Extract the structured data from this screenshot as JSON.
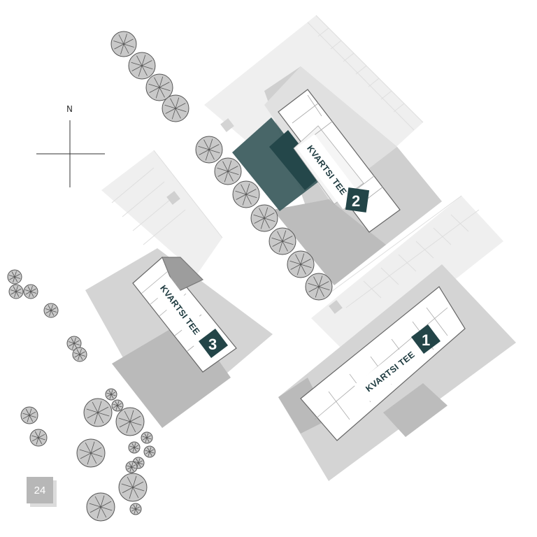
{
  "compass": {
    "north_label": "N",
    "icon": "north-arrow-icon"
  },
  "buildings": [
    {
      "label": "KVARTSI TEE",
      "number": "1"
    },
    {
      "label": "KVARTSI TEE",
      "number": "2",
      "highlighted": true
    },
    {
      "label": "KVARTSI TEE",
      "number": "3"
    }
  ],
  "page_number": "24",
  "colors": {
    "accent": "#234548",
    "highlight_footprint": "#3e5e60",
    "light_ground": "#efefef",
    "mid_ground": "#cfcfcf",
    "dark_ground": "#b9b9b9",
    "building_fill": "#ffffff",
    "tree_fill": "#c9c9c9"
  }
}
